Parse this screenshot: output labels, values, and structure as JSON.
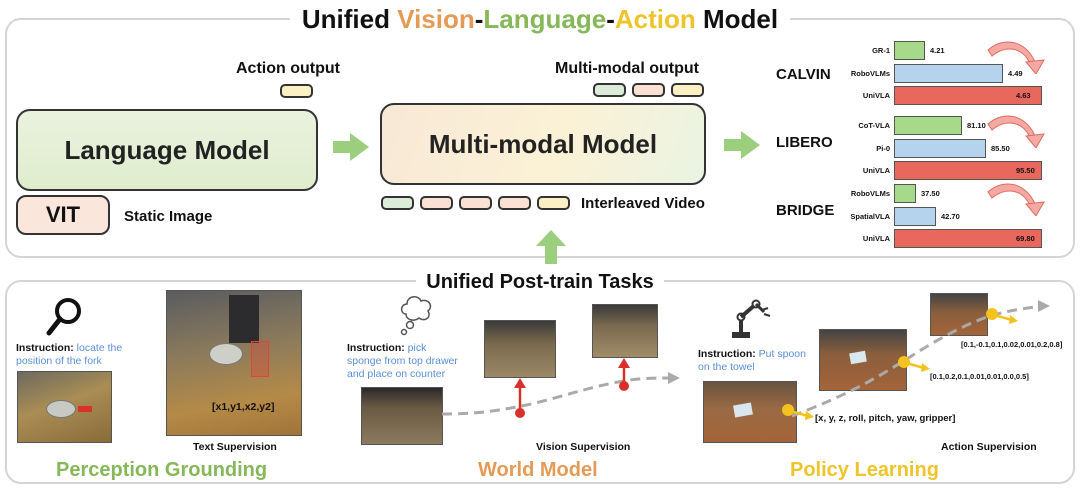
{
  "title": {
    "part1": "Unified ",
    "part2": "Vision",
    "dash1": "-",
    "part3": "Language",
    "dash2": "-",
    "part4": "Action",
    "part5": " Model",
    "colors": {
      "vision": "#e59a55",
      "language": "#86b85a",
      "action": "#efc42a"
    }
  },
  "top": {
    "action_output": "Action output",
    "multimodal_output": "Multi-modal  output",
    "language_model": "Language Model",
    "multimodal_model": "Multi-modal Model",
    "vit": "VIT",
    "static_image": "Static Image",
    "interleaved_video": "Interleaved Video"
  },
  "benchmarks": [
    {
      "name": "CALVIN",
      "bars": [
        {
          "model": "GR-1",
          "value": "4.21",
          "color": "green",
          "num": 4.21
        },
        {
          "model": "RoboVLMs",
          "value": "4.49",
          "color": "blue",
          "num": 4.49
        },
        {
          "model": "UniVLA",
          "value": "4.63",
          "color": "red",
          "num": 4.63
        }
      ]
    },
    {
      "name": "LIBERO",
      "bars": [
        {
          "model": "CoT-VLA",
          "value": "81.10",
          "color": "green",
          "num": 81.1
        },
        {
          "model": "Pi-0",
          "value": "85.50",
          "color": "blue",
          "num": 85.5
        },
        {
          "model": "UniVLA",
          "value": "95.50",
          "color": "red",
          "num": 95.5
        }
      ]
    },
    {
      "name": "BRIDGE",
      "bars": [
        {
          "model": "RoboVLMs",
          "value": "37.50",
          "color": "green",
          "num": 37.5
        },
        {
          "model": "SpatialVLA",
          "value": "42.70",
          "color": "blue",
          "num": 42.7
        },
        {
          "model": "UniVLA",
          "value": "69.80",
          "color": "red",
          "num": 69.8
        }
      ]
    }
  ],
  "bottom": {
    "section_title": "Unified Post-train Tasks",
    "perception": {
      "instr_label": "Instruction:",
      "instr_text": "locate the position of the fork",
      "bbox_text": "[x1,y1,x2,y2]",
      "supervision": "Text Supervision",
      "caption": "Perception Grounding"
    },
    "world": {
      "instr_label": "Instruction:",
      "instr_text": "pick sponge from top drawer and place on counter",
      "supervision": "Vision Supervision",
      "caption": "World Model"
    },
    "policy": {
      "instr_label": "Instruction:",
      "instr_text": "Put spoon on the towel",
      "action_vec1": "[0.1,-0.1,0.1,0.02,0.01,0.2,0.8]",
      "action_vec2": "[0.1,0.2,0.1,0.01,0.01,0.0,0.5]",
      "action_vec3": "[x, y, z, roll, pitch, yaw, gripper]",
      "supervision": "Action Supervision",
      "caption": "Policy Learning"
    }
  }
}
